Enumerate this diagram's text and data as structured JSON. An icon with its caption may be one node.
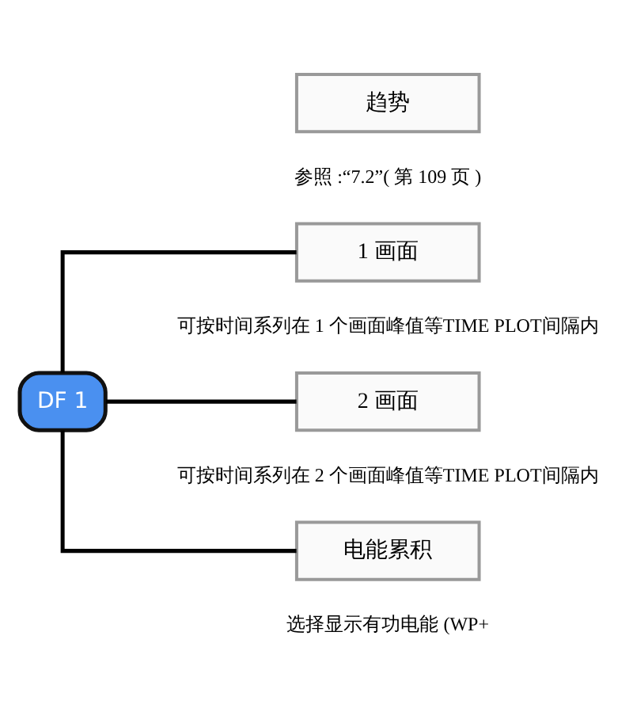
{
  "diagram": {
    "nodes": [
      {
        "text": [
          "趋势"
        ],
        "beside": [
          "参照 :“7.2”( 第 109 页 )"
        ]
      },
      {
        "text": [
          "DF 1"
        ]
      },
      {
        "text": [
          "1 画面"
        ],
        "beside": [
          "可按时间系列在 1 个画面峰值等TIME PLOT间隔内"
        ]
      },
      {
        "text": [
          "2 画面"
        ],
        "beside": [
          "可按时间系列在 2 个画面峰值等TIME PLOT间隔内"
        ]
      },
      {
        "text": [
          "电能累积"
        ],
        "beside": [
          "选择显示有功电能 (WP+"
        ]
      }
    ],
    "edges": [
      {
        "from": 1,
        "to": 2,
        "arrow": "none"
      },
      {
        "from": 1,
        "to": 3,
        "arrow": "none"
      },
      {
        "from": 1,
        "to": 4,
        "arrow": "none"
      }
    ]
  }
}
